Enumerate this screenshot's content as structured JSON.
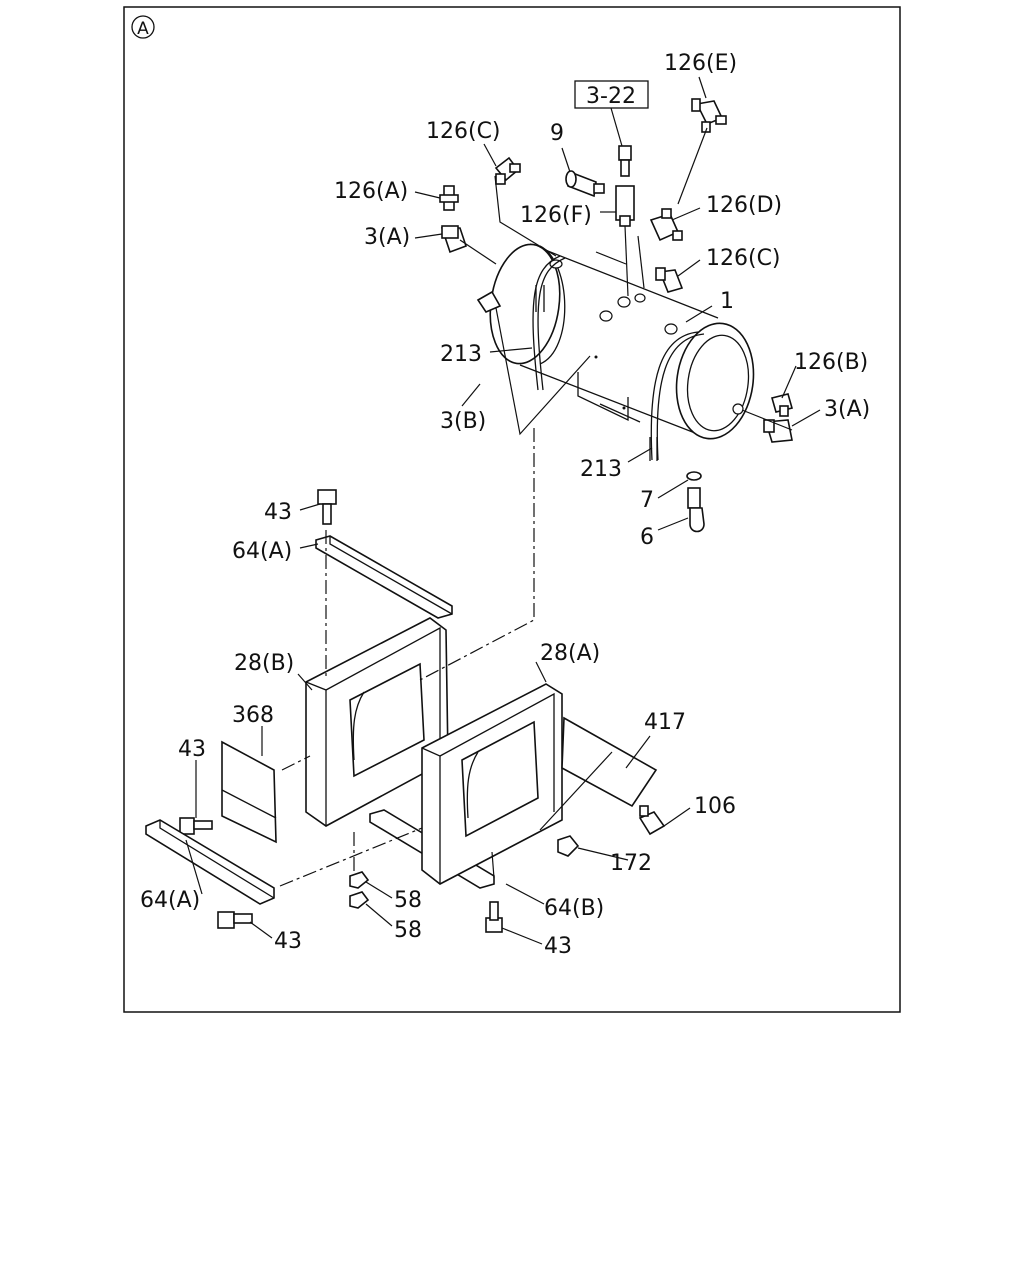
{
  "section_marker": "A",
  "ref_box": "3-22",
  "labels": {
    "l_126E": "126(E)",
    "l_126C_top": "126(C)",
    "l_9": "9",
    "l_126A": "126(A)",
    "l_3A_left": "3(A)",
    "l_126F": "126(F)",
    "l_126D": "126(D)",
    "l_126C_right": "126(C)",
    "l_1": "1",
    "l_213_left": "213",
    "l_126B": "126(B)",
    "l_3B": "3(B)",
    "l_3A_right": "3(A)",
    "l_213_right": "213",
    "l_7": "7",
    "l_6": "6",
    "l_43_top": "43",
    "l_64A_top": "64(A)",
    "l_28B": "28(B)",
    "l_28A": "28(A)",
    "l_417": "417",
    "l_368": "368",
    "l_43_left": "43",
    "l_106": "106",
    "l_172": "172",
    "l_64A_bottom": "64(A)",
    "l_58_upper": "58",
    "l_58_lower": "58",
    "l_64B": "64(B)",
    "l_43_bottom_left": "43",
    "l_43_bottom_mid": "43"
  }
}
